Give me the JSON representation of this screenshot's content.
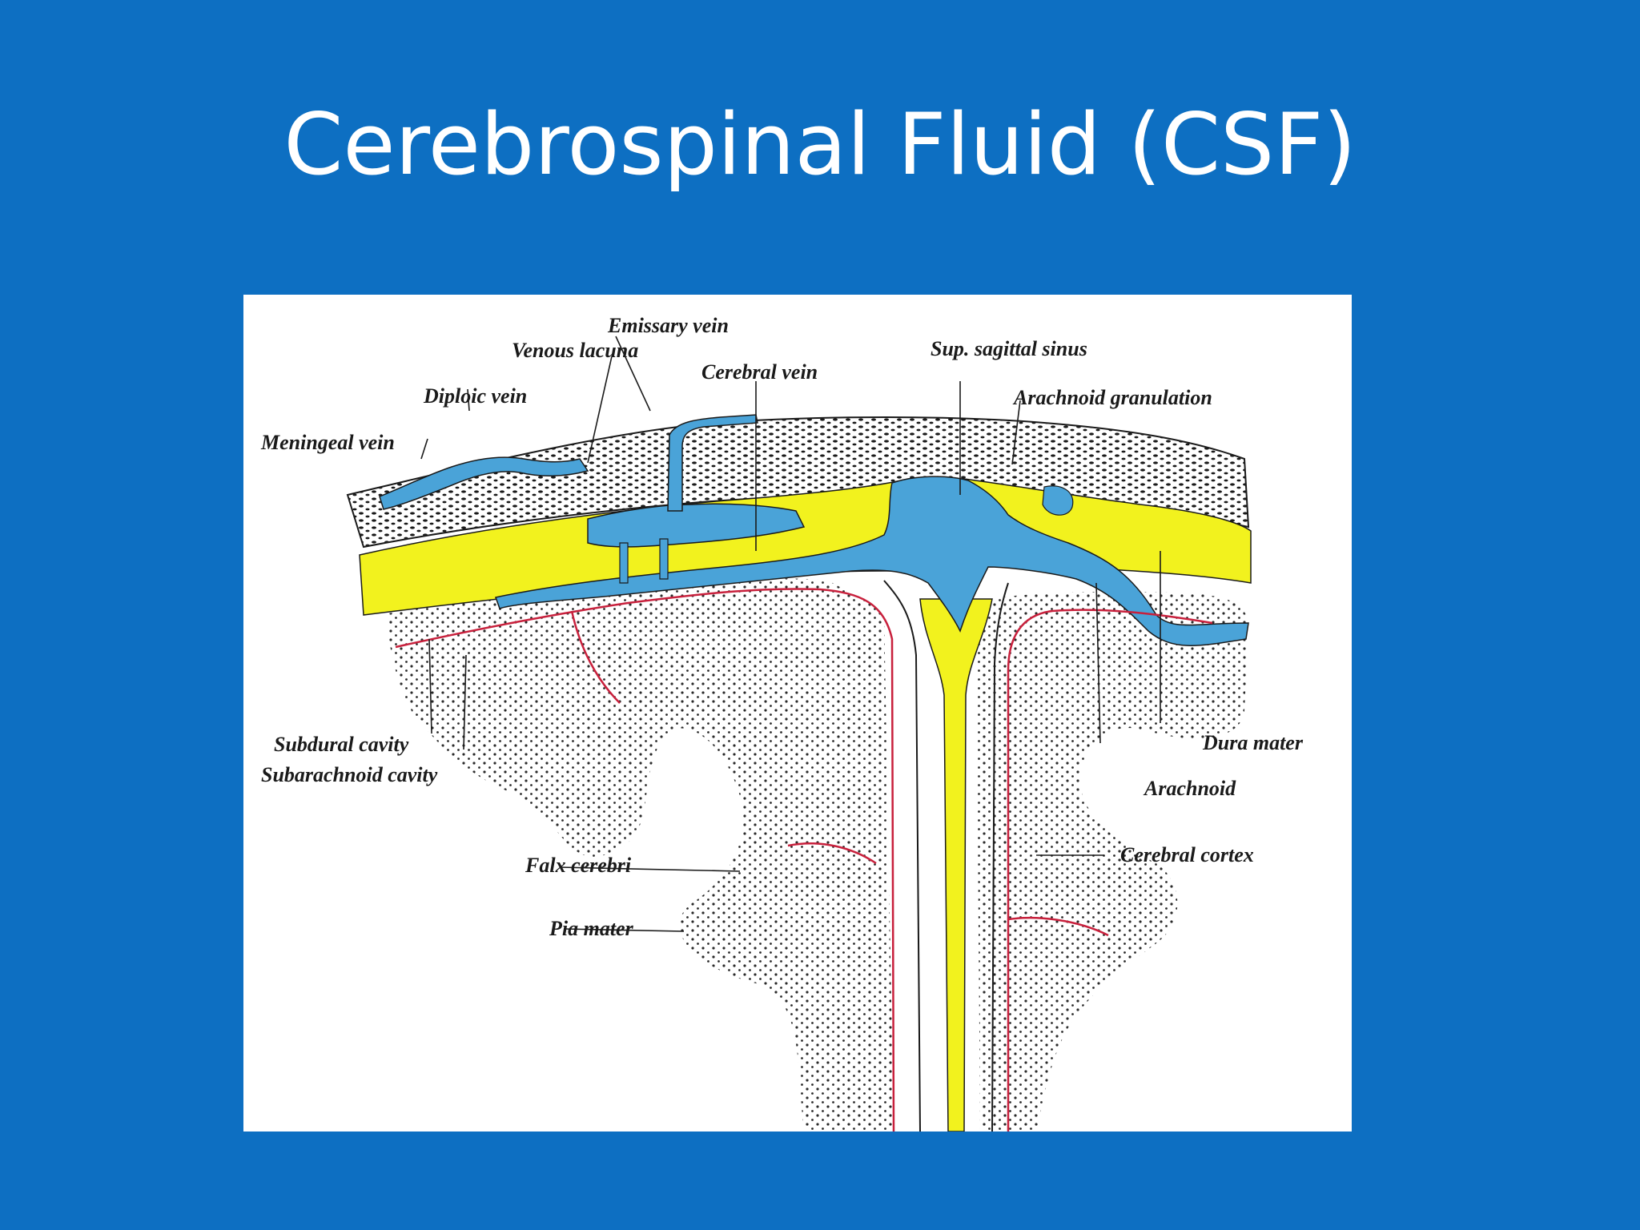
{
  "slide": {
    "title": "Cerebrospinal Fluid (CSF)"
  },
  "diagram": {
    "colors": {
      "background": "#0d6fc2",
      "csf_yellow": "#f2f21e",
      "venous_blue": "#4aa3d8",
      "pia_red": "#c8203c",
      "stipple": "#2a2a2a"
    },
    "labels": {
      "emissary_vein": "Emissary vein",
      "venous_lacuna": "Venous lacuna",
      "cerebral_vein": "Cerebral vein",
      "diploic_vein": "Diploic vein",
      "meningeal_vein": "Meningeal vein",
      "sup_sagittal_sinus": "Sup. sagittal sinus",
      "arachnoid_granulation": "Arachnoid granulation",
      "subdural_cavity": "Subdural cavity",
      "subarachnoid_cavity": "Subarachnoid cavity",
      "dura_mater": "Dura mater",
      "arachnoid": "Arachnoid",
      "falx_cerebri": "Falx cerebri",
      "cerebral_cortex": "Cerebral cortex",
      "pia_mater": "Pia mater"
    }
  }
}
